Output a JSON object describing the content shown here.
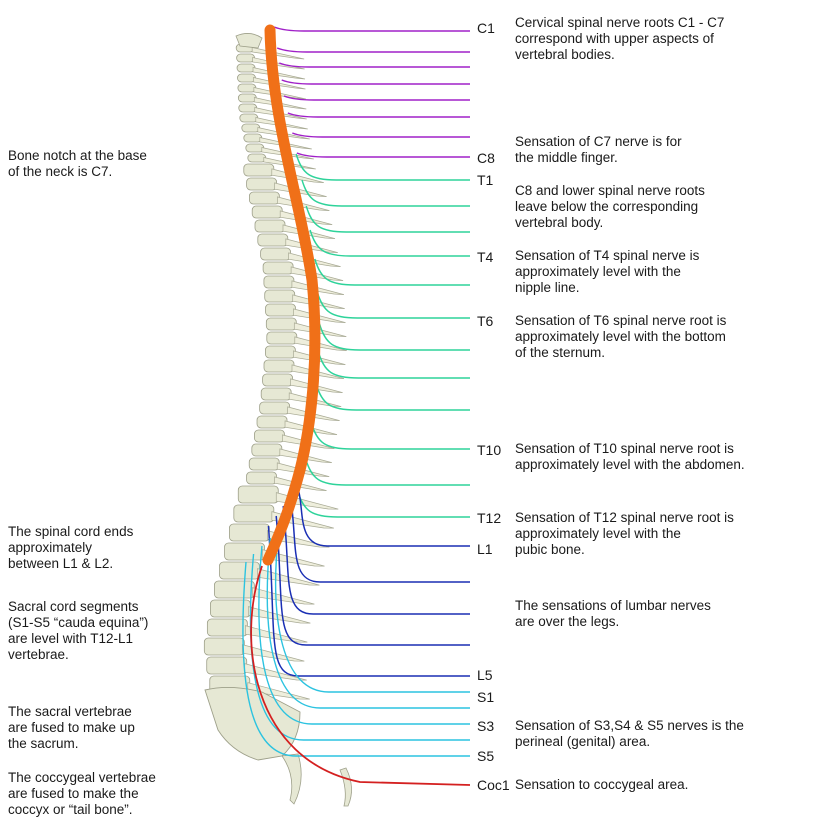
{
  "levels": {
    "c1": "C1",
    "c8": "C8",
    "t1": "T1",
    "t4": "T4",
    "t6": "T6",
    "t10": "T10",
    "t12": "T12",
    "l1": "L1",
    "l5": "L5",
    "s1": "S1",
    "s3": "S3",
    "s5": "S5",
    "coc1": "Coc1"
  },
  "right_notes": {
    "cervical": "Cervical spinal nerve roots C1 - C7\ncorrespond with upper aspects of\nvertebral bodies.",
    "c7": "Sensation of C7 nerve is for\nthe middle finger.",
    "c8": "C8 and lower spinal nerve roots\nleave below the corresponding\nvertebral body.",
    "t4": "Sensation of T4 spinal nerve is\napproximately level with the\nnipple line.",
    "t6": "Sensation of T6 spinal nerve root is\napproximately level with the bottom\nof the sternum.",
    "t10": "Sensation of T10 spinal nerve root is\napproximately level with the abdomen.",
    "t12": "Sensation of T12 spinal nerve root is\napproximately level with the\npubic bone.",
    "lumbar": "The sensations of lumbar nerves\nare over the legs.",
    "sacral": "Sensation of S3,S4 & S5 nerves is the\nperineal (genital) area.",
    "coccygeal": "Sensation to coccygeal area."
  },
  "left_notes": {
    "neck": "Bone notch at the base\nof the neck is C7.",
    "cord_end": "The spinal cord ends\napproximately\nbetween L1 & L2.",
    "sacral_cord": "Sacral cord segments\n(S1-S5 “cauda equina”)\nare level with T12-L1\nvertebrae.",
    "sacrum": "The sacral vertebrae\nare fused to make up\nthe sacrum.",
    "coccyx": "The coccygeal vertebrae\nare fused to make the\ncoccyx or “tail bone”."
  },
  "colors": {
    "cervical_nerve": "#a020c8",
    "thoracic_nerve": "#2ed39a",
    "lumbar_nerve": "#1a2fb4",
    "sacral_nerve": "#2cc3e0",
    "coccygeal_nerve": "#d42020",
    "spinal_cord": "#f07018",
    "bone": "#e6e8d4"
  }
}
